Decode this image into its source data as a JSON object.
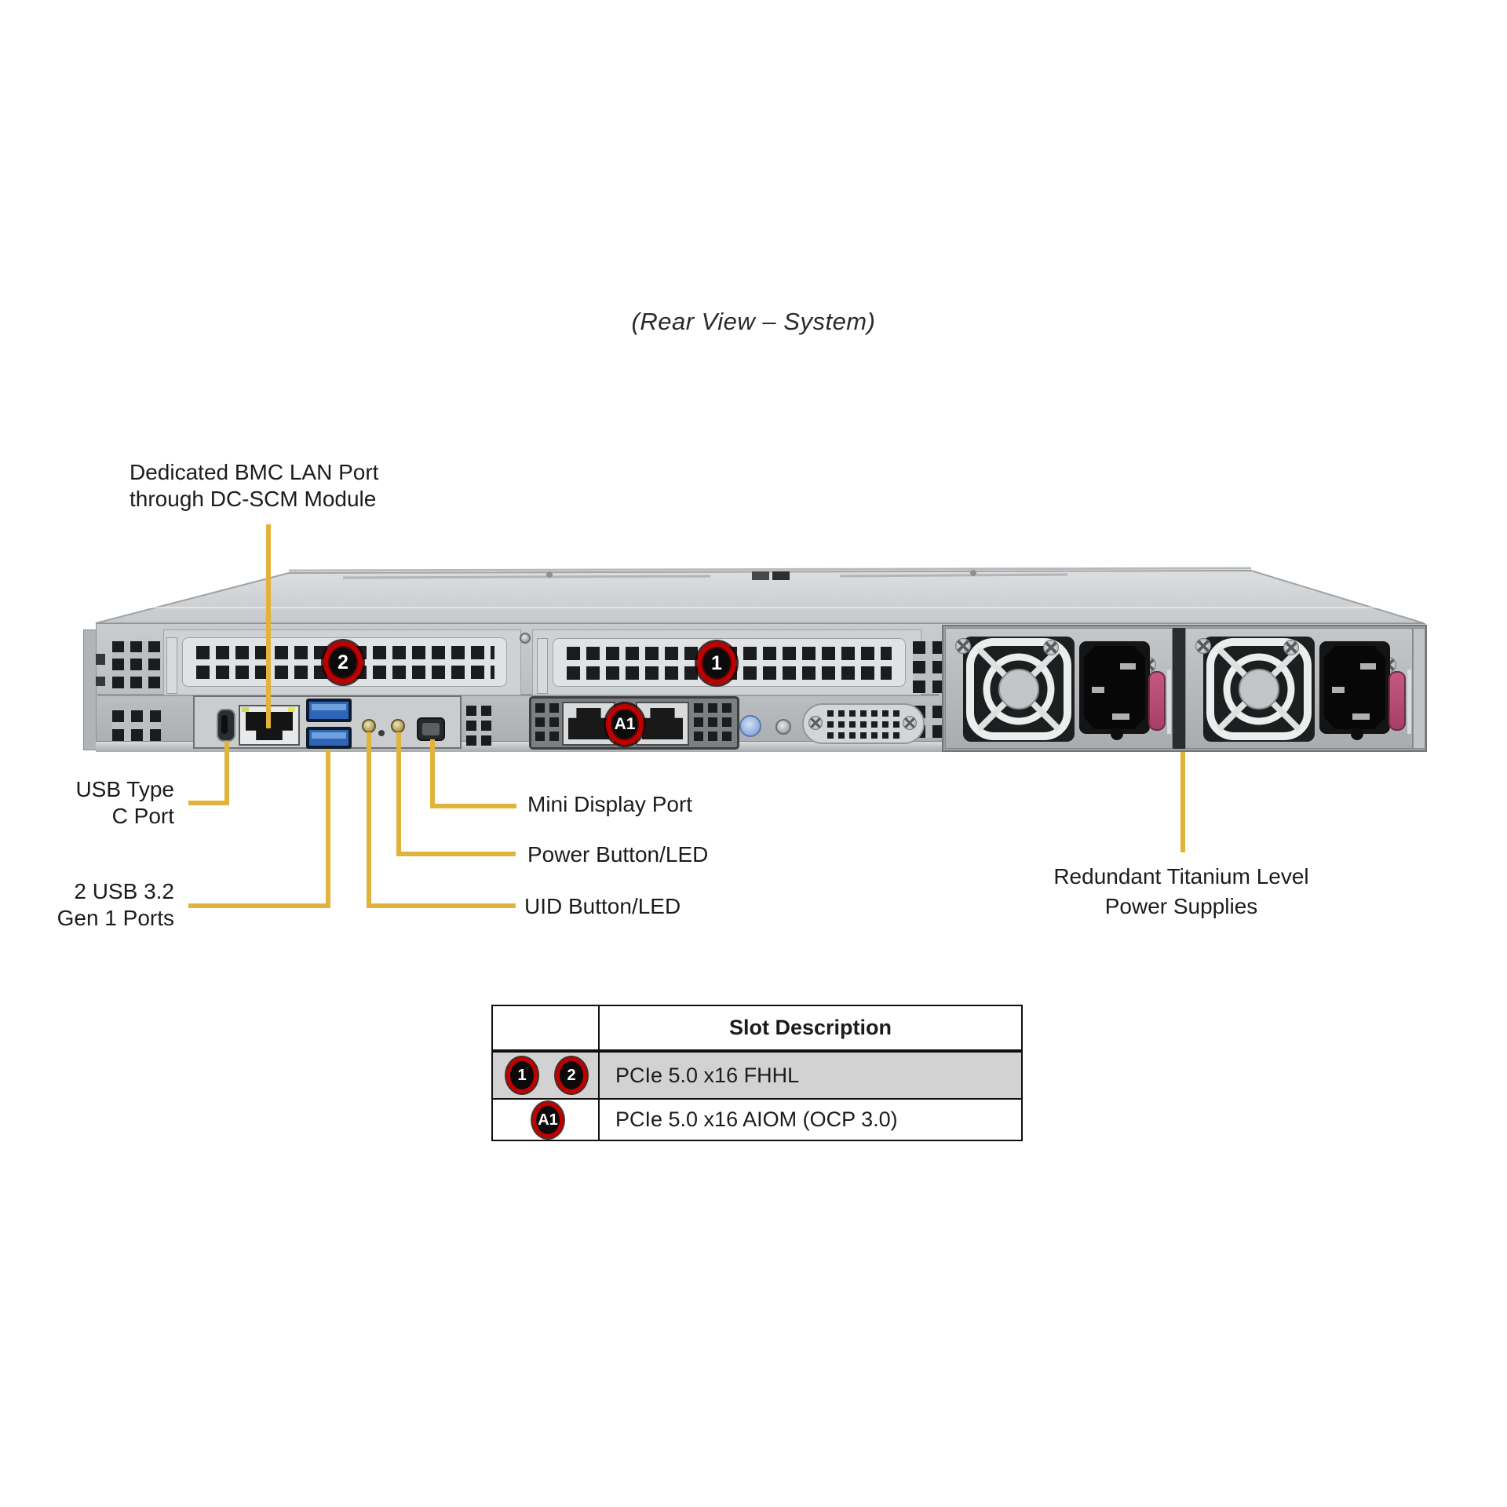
{
  "title": "(Rear View – System)",
  "callouts": {
    "bmc_line1": "Dedicated BMC LAN Port",
    "bmc_line2": "through DC-SCM Module",
    "usbc_line1": "USB Type",
    "usbc_line2": "C Port",
    "usb32_line1": "2 USB 3.2",
    "usb32_line2": "Gen 1 Ports",
    "mini_dp": "Mini Display Port",
    "power": "Power Button/LED",
    "uid": "UID Button/LED",
    "psu_line1": "Redundant Titanium Level",
    "psu_line2": "Power Supplies"
  },
  "slots": {
    "slot1": "1",
    "slot2": "2",
    "aiom": "A1"
  },
  "table": {
    "header": "Slot Description",
    "row1": {
      "badge1": "1",
      "badge2": "2",
      "desc": "PCIe 5.0 x16 FHHL"
    },
    "row2": {
      "badge": "A1",
      "desc": "PCIe 5.0 x16 AIOM (OCP 3.0)"
    }
  },
  "colors": {
    "leader_line": "#E2B33C",
    "badge_ring": "#C00000",
    "psu_handle": "#AE4A72",
    "usb_port_blue": "#2D66B8"
  }
}
